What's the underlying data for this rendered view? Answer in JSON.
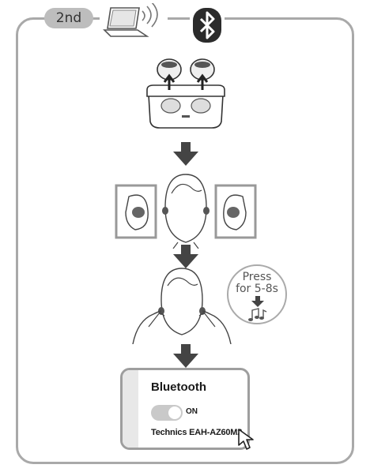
{
  "step": {
    "badge": "2nd"
  },
  "icons": {
    "pc": "laptop-wireless-icon",
    "bluetooth": "bluetooth-icon",
    "arrow": "down-arrow-icon",
    "cursor": "mouse-pointer-icon",
    "music": "music-note-icon"
  },
  "press_callout": {
    "line1": "Press",
    "line2": "for 5-8s"
  },
  "bluetooth_panel": {
    "title": "Bluetooth",
    "toggle_label": "ON",
    "toggle_state": "on",
    "device_name": "Technics EAH-AZ60M2"
  },
  "colors": {
    "outline": "#a9a9a9",
    "arrow": "#444444",
    "badge": "#bdbdbd"
  }
}
